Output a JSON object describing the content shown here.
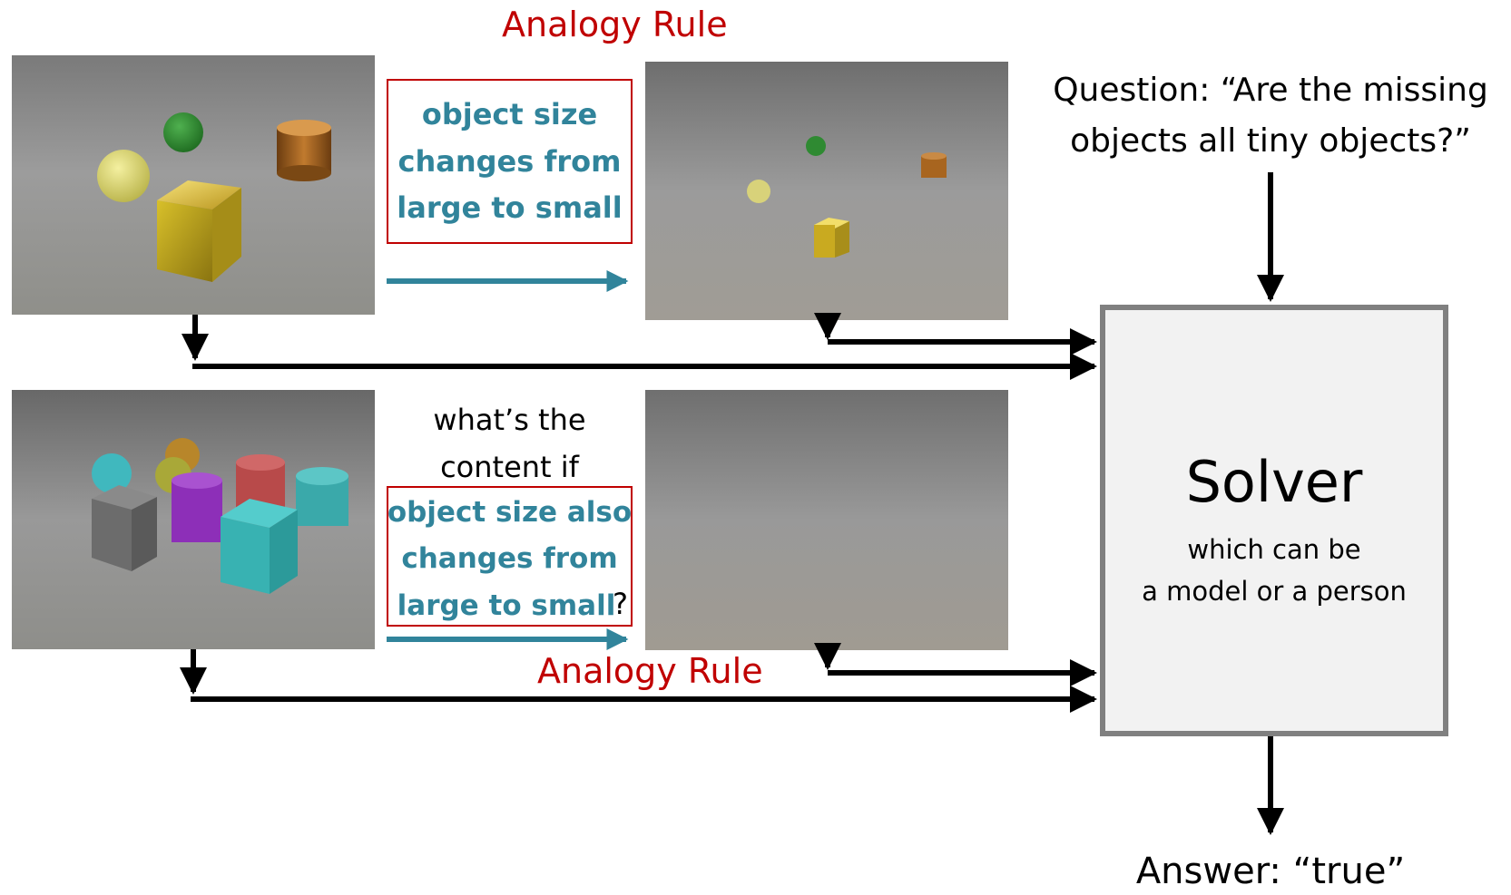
{
  "top_rule_title": "Analogy Rule",
  "bottom_rule_title": "Analogy Rule",
  "top_rule": {
    "lines": [
      "object size",
      "changes from",
      "large to small"
    ]
  },
  "bottom_query": {
    "intro_lines": [
      "what’s the",
      "content if"
    ],
    "rule_lines": [
      "object size also",
      "changes from",
      "large to small"
    ],
    "suffix": "?"
  },
  "question": {
    "lines": [
      "Question: “Are the missing",
      "objects all tiny objects?”"
    ]
  },
  "solver": {
    "title": "Solver",
    "subtitle_lines": [
      "which can be",
      "a model or a person"
    ]
  },
  "answer": "Answer: “true”",
  "colors": {
    "rule_red": "#c00000",
    "rule_teal": "#31849b",
    "arrow_teal": "#31849b",
    "solver_fill": "#f2f2f2",
    "solver_border": "#808080"
  }
}
